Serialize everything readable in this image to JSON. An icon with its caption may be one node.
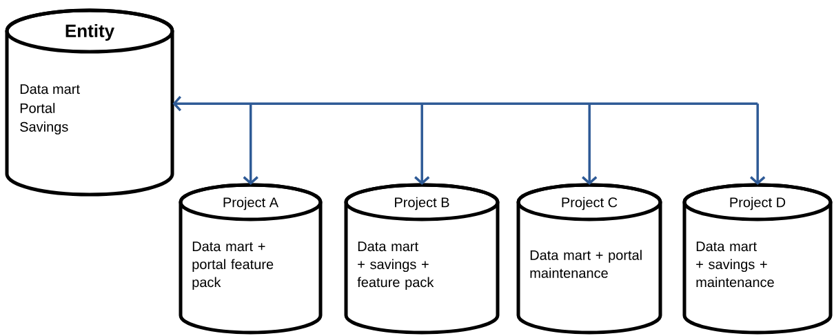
{
  "diagram": {
    "nodes": [
      {
        "text": [
          "Entity",
          "Data mart",
          "Portal",
          "Savings"
        ]
      },
      {
        "text": [
          "Project A",
          "Data mart + portal feature pack"
        ]
      },
      {
        "text": [
          "Project B",
          "Data mart + savings + feature pack"
        ]
      },
      {
        "text": [
          "Project C",
          "Data mart + portal maintenance"
        ]
      },
      {
        "text": [
          "Project D",
          "Data mart + savings + maintenance"
        ]
      }
    ],
    "edges": [
      {
        "from": 0,
        "to": 1,
        "arrow": "both"
      },
      {
        "from": 0,
        "to": 2,
        "arrow": "both"
      },
      {
        "from": 0,
        "to": 3,
        "arrow": "both"
      },
      {
        "from": 0,
        "to": 4,
        "arrow": "both"
      }
    ]
  }
}
